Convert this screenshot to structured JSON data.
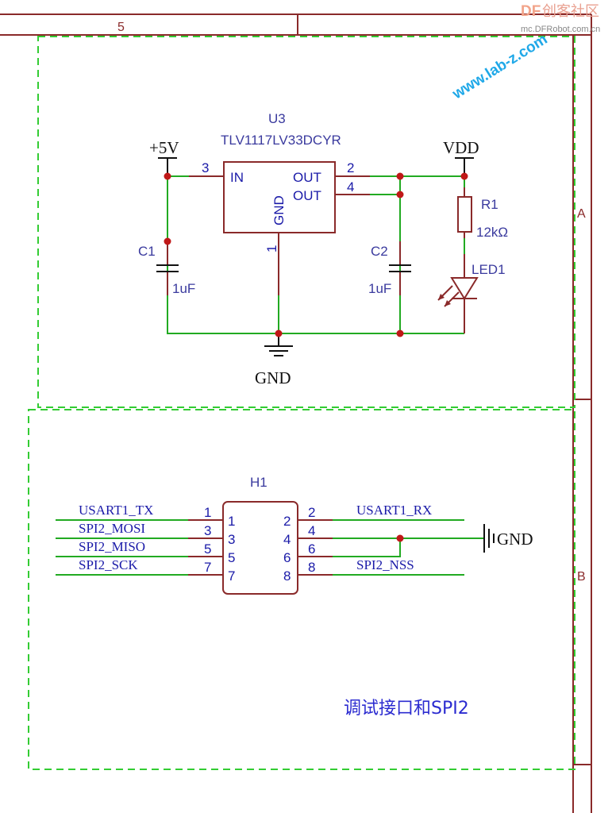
{
  "frame": {
    "col_label": "5",
    "row_a": "A",
    "row_b": "B"
  },
  "watermark": {
    "brand_df": "DF",
    "brand_cn": "创客社区",
    "site": "mc.DFRobot.com.cn",
    "url": "www.lab-z.com"
  },
  "power": {
    "reg_ref": "U3",
    "reg_part": "TLV1117LV33DCYR",
    "pin_in_num": "3",
    "pin_in_name": "IN",
    "pin_out1_num": "2",
    "pin_out1_name": "OUT",
    "pin_out2_num": "4",
    "pin_out2_name": "OUT",
    "pin_gnd_num": "1",
    "pin_gnd_name": "GND",
    "vin": "+5V",
    "vout": "VDD",
    "gnd": "GND",
    "c1_ref": "C1",
    "c1_val": "1uF",
    "c2_ref": "C2",
    "c2_val": "1uF",
    "r1_ref": "R1",
    "r1_val": "12kΩ",
    "led_ref": "LED1"
  },
  "header": {
    "ref": "H1",
    "left_pins": [
      {
        "net": "USART1_TX",
        "num": "1"
      },
      {
        "net": "SPI2_MOSI",
        "num": "3"
      },
      {
        "net": "SPI2_MISO",
        "num": "5"
      },
      {
        "net": "SPI2_SCK",
        "num": "7"
      }
    ],
    "right_pins": [
      {
        "net": "USART1_RX",
        "num": "2"
      },
      {
        "net": "",
        "num": "4"
      },
      {
        "net": "",
        "num": "6"
      },
      {
        "net": "SPI2_NSS",
        "num": "8"
      }
    ],
    "gnd": "GND"
  },
  "block_title": "调试接口和SPI2"
}
